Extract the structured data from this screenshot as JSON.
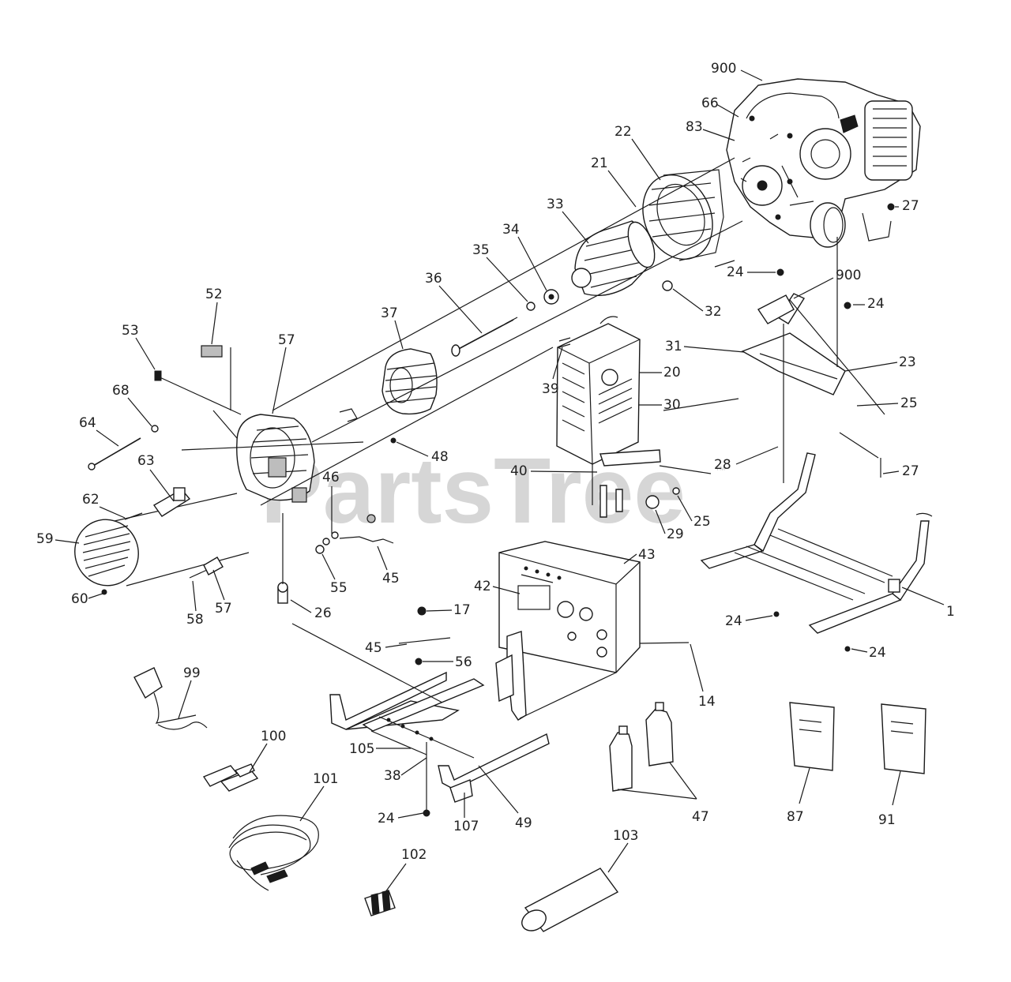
{
  "watermark": {
    "text": "PartsTree",
    "trademark": "™"
  },
  "labels": {
    "l900_top": "900",
    "l66": "66",
    "l83": "83",
    "l22": "22",
    "l21": "21",
    "l33": "33",
    "l34": "34",
    "l35": "35",
    "l36": "36",
    "l37": "37",
    "l52": "52",
    "l53": "53",
    "l57": "57",
    "l68": "68",
    "l64": "64",
    "l63": "63",
    "l62": "62",
    "l59": "59",
    "l60": "60",
    "l58": "58",
    "l57b": "57",
    "l46": "46",
    "l55": "55",
    "l45a": "45",
    "l26a": "26",
    "l48": "48",
    "l27a": "27",
    "l24a": "24",
    "l900_mid": "900",
    "l24b": "24",
    "l32": "32",
    "l39": "39",
    "l20": "20",
    "l30": "30",
    "l31": "31",
    "l23": "23",
    "l25a": "25",
    "l28": "28",
    "l27b": "27",
    "l40": "40",
    "l25b": "25",
    "l29": "29",
    "l43": "43",
    "l42": "42",
    "l17": "17",
    "l45b": "45",
    "l56": "56",
    "l14": "14",
    "l1": "1",
    "l24c": "24",
    "l24d": "24",
    "l99": "99",
    "l100": "100",
    "l105": "105",
    "l38": "38",
    "l101": "101",
    "l24e": "24",
    "l107": "107",
    "l49": "49",
    "l47": "47",
    "l87": "87",
    "l91": "91",
    "l102": "102",
    "l103": "103"
  }
}
